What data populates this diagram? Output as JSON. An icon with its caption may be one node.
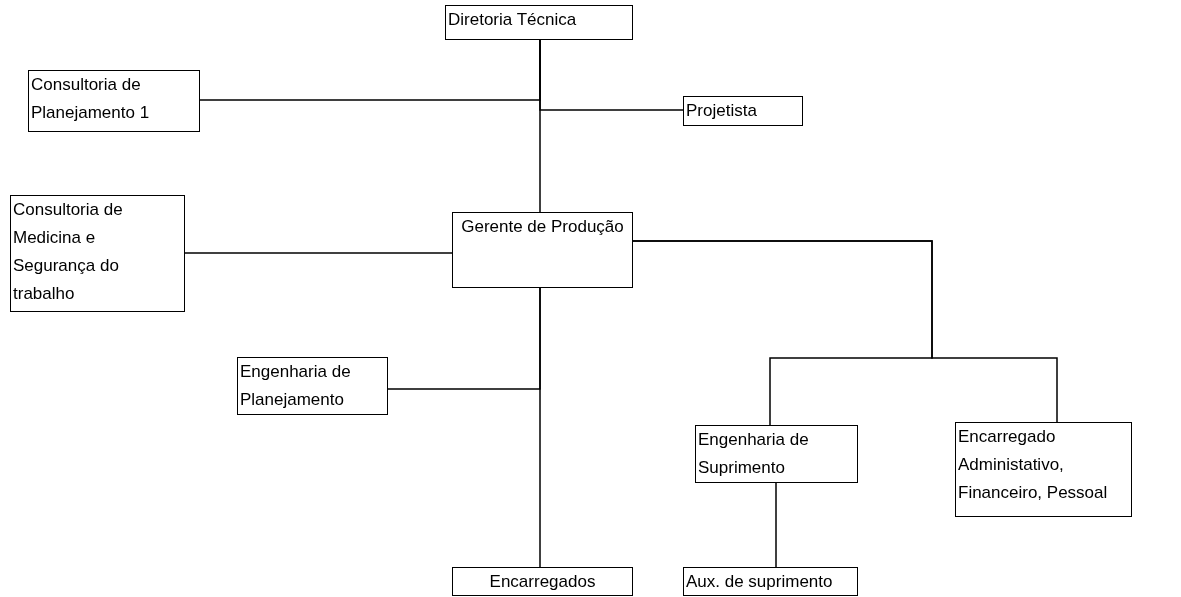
{
  "diagram": {
    "nodes": [
      {
        "text": [
          "Diretoria Técnica"
        ]
      },
      {
        "text": [
          "Consultoria de Planejamento 1"
        ]
      },
      {
        "text": [
          "Projetista"
        ]
      },
      {
        "text": [
          "Consultoria de Medicina e Segurança do trabalho"
        ]
      },
      {
        "text": [
          "Gerente de Produção"
        ]
      },
      {
        "text": [
          "Engenharia de Planejamento"
        ]
      },
      {
        "text": [
          "Engenharia de Suprimento"
        ]
      },
      {
        "text": [
          "Encarregado Administativo, Financeiro, Pessoal"
        ]
      },
      {
        "text": [
          "Encarregados"
        ]
      },
      {
        "text": [
          "Aux. de suprimento"
        ]
      }
    ],
    "edges": [
      {
        "from": 0,
        "to": 1,
        "arrow": "none"
      },
      {
        "from": 0,
        "to": 2,
        "arrow": "none"
      },
      {
        "from": 0,
        "to": 4,
        "arrow": "none"
      },
      {
        "from": 4,
        "to": 3,
        "arrow": "none"
      },
      {
        "from": 4,
        "to": 5,
        "arrow": "none"
      },
      {
        "from": 4,
        "to": 8,
        "arrow": "none"
      },
      {
        "from": 4,
        "to": 6,
        "arrow": "none"
      },
      {
        "from": 4,
        "to": 7,
        "arrow": "none"
      },
      {
        "from": 6,
        "to": 9,
        "arrow": "none"
      }
    ]
  }
}
